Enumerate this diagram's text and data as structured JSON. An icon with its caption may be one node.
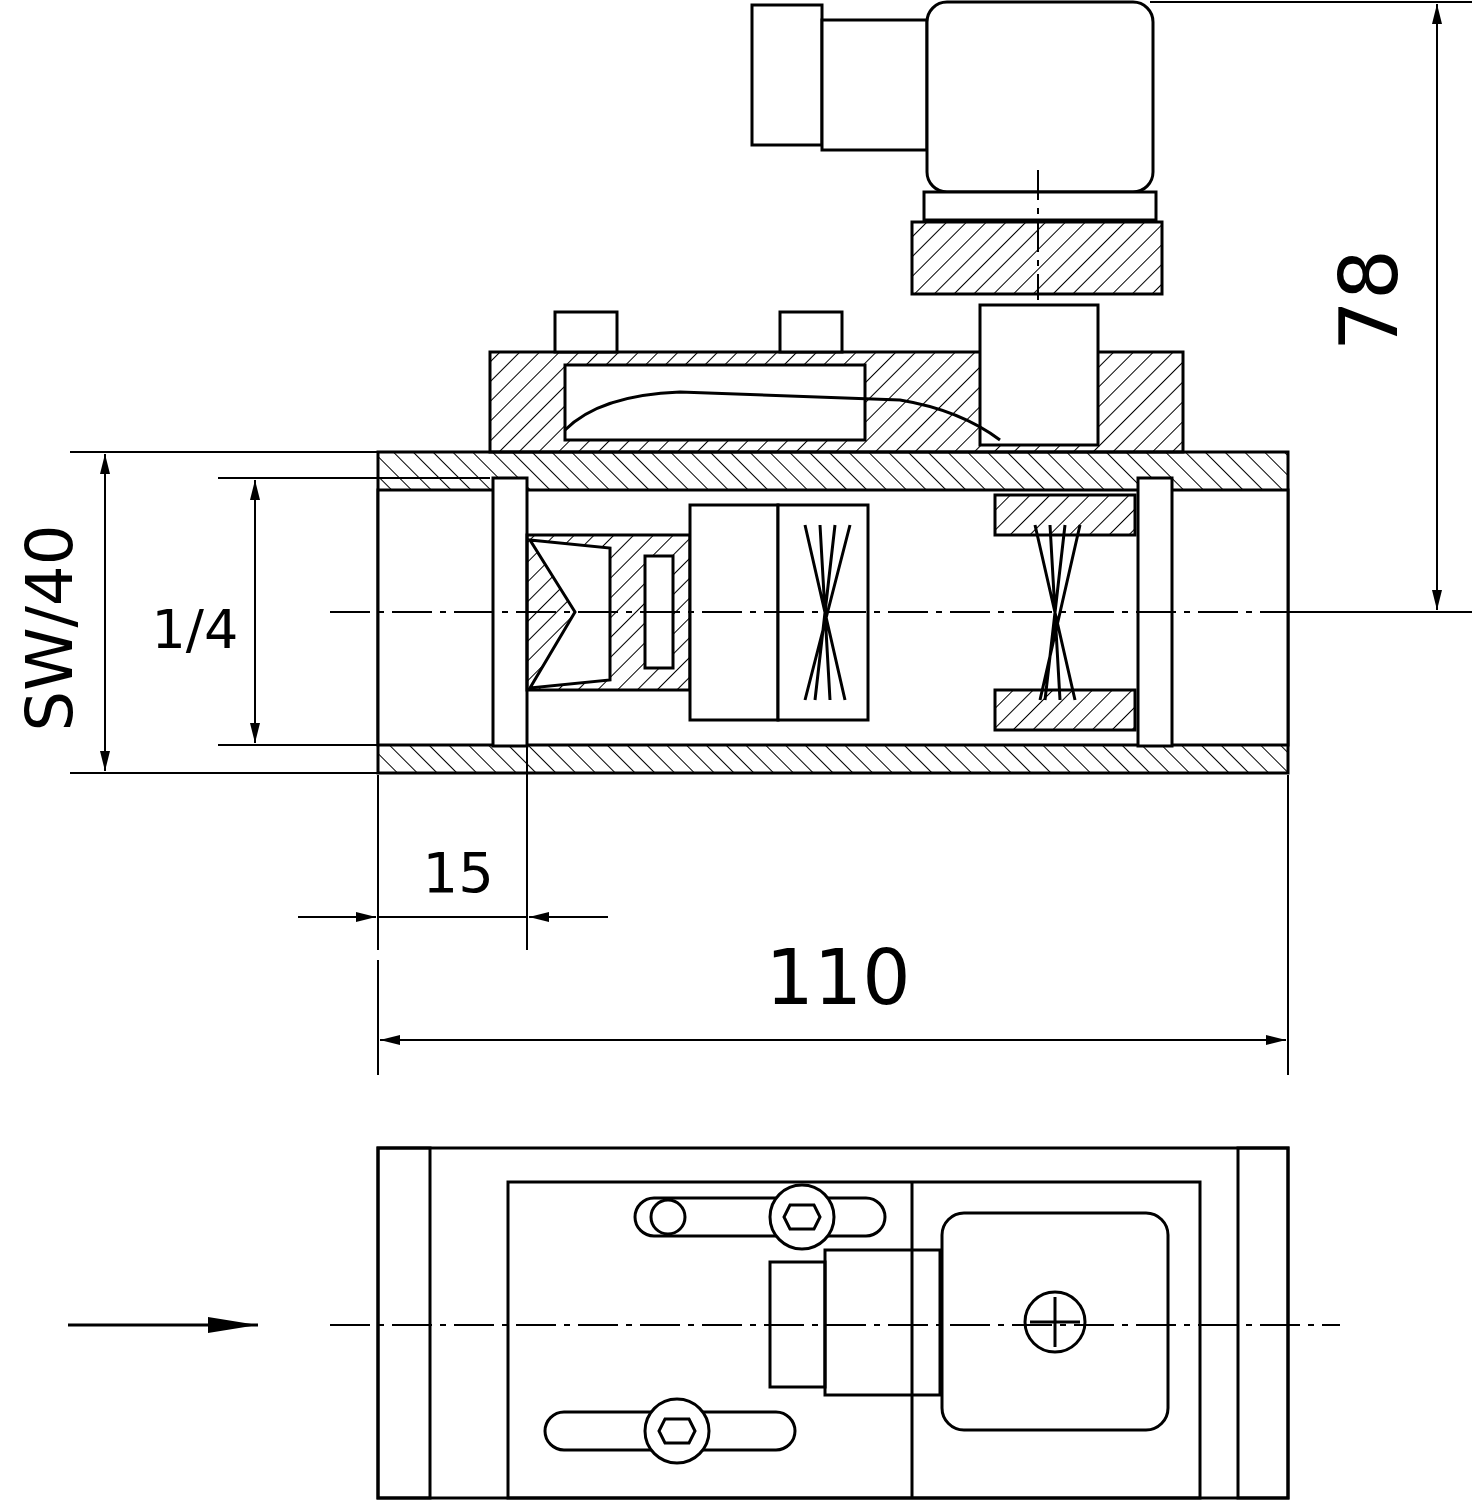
{
  "diagram": {
    "labels": [
      "78",
      "SW/40",
      "1/4",
      "15",
      "110"
    ]
  }
}
